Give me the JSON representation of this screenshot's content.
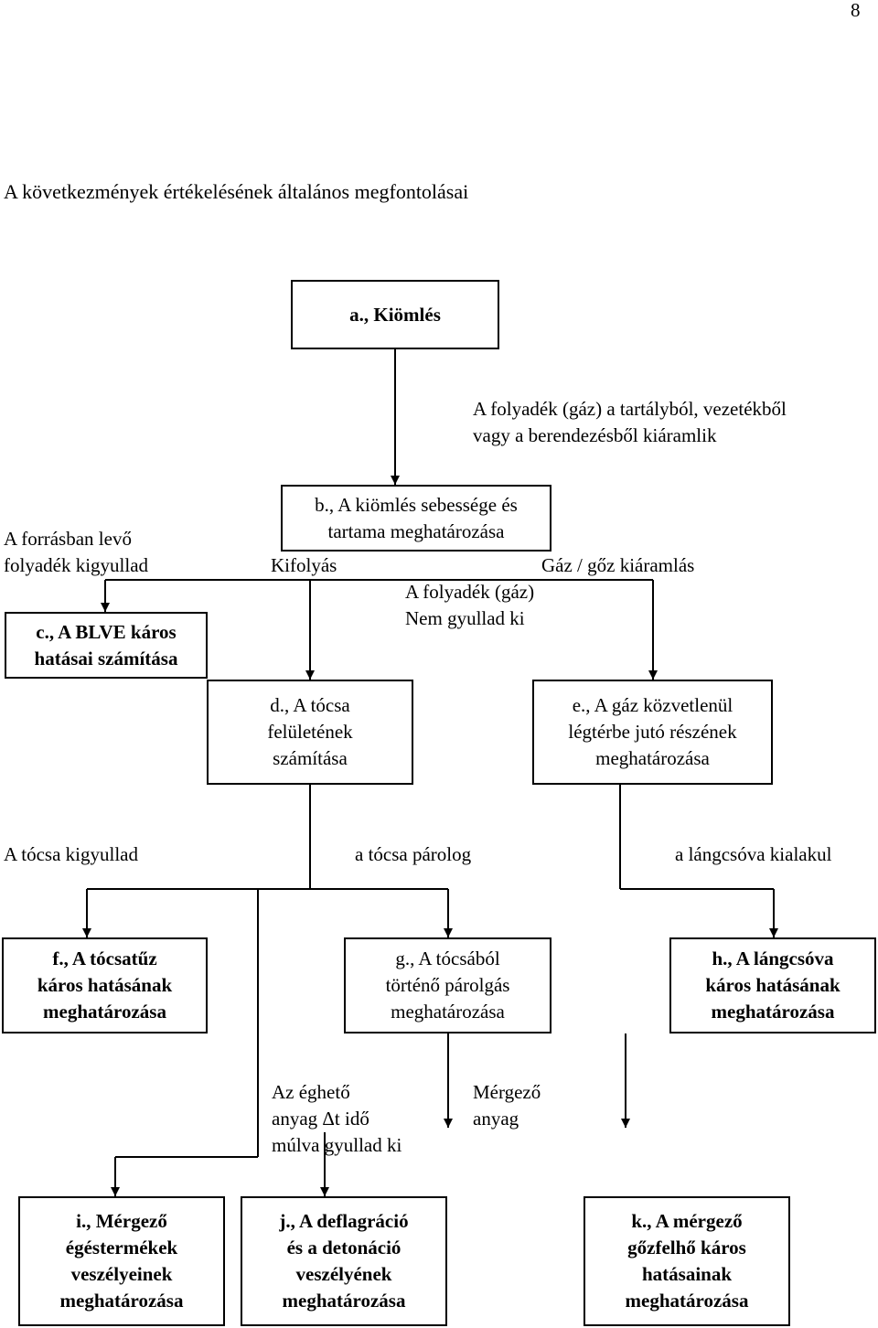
{
  "page_number": "8",
  "heading": "A következmények értékelésének általános megfontolásai",
  "boxes": {
    "a": [
      "a., Kiömlés"
    ],
    "b": [
      "b., A kiömlés sebessége és",
      "tartama meghatározása"
    ],
    "c": [
      "c., A BLVE káros",
      "hatásai számítása"
    ],
    "d": [
      "d., A tócsa",
      "felületének",
      "számítása"
    ],
    "e": [
      "e., A gáz közvetlenül",
      "légtérbe jutó részének",
      "meghatározása"
    ],
    "f": [
      "f., A tócsatűz",
      "káros hatásának",
      "meghatározása"
    ],
    "g": [
      "g., A tócsából",
      "történő párolgás",
      "meghatározása"
    ],
    "h": [
      "h., A lángcsóva",
      "káros hatásának",
      "meghatározása"
    ],
    "i": [
      "i., Mérgező",
      "égéstermékek",
      "veszélyeinek",
      "meghatározása"
    ],
    "j": [
      "j., A deflagráció",
      "és a detonáció",
      "veszélyének",
      "meghatározása"
    ],
    "k": [
      "k., A mérgező",
      "gőzfelhő káros",
      "hatásainak",
      "meghatározása"
    ]
  },
  "labels": {
    "release": [
      "A folyadék (gáz) a tartályból, vezetékből",
      "vagy a berendezésből kiáramlik"
    ],
    "source_ignites": [
      "A forrásban levő",
      "folyadék kigyullad"
    ],
    "outflow": "Kifolyás",
    "gas_outflow": "Gáz / gőz kiáramlás",
    "no_ignition": [
      "A folyadék (gáz)",
      "Nem gyullad ki"
    ],
    "pool_ignites": "A tócsa kigyullad",
    "pool_evaporates": "a tócsa párolog",
    "plume_forms": "a lángcsóva kialakul",
    "delayed_ignition": [
      "Az éghető",
      "anyag Δt idő",
      "múlva gyullad ki"
    ],
    "toxic": [
      "Mérgező",
      "anyag"
    ]
  }
}
